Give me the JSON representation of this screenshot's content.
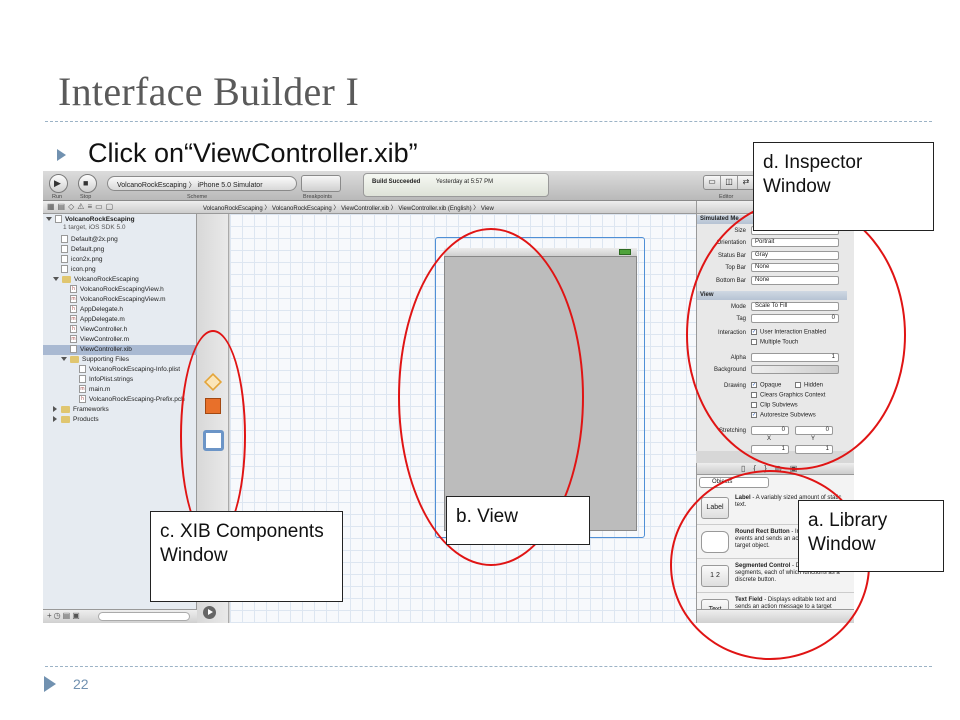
{
  "slide": {
    "title": "Interface Builder I",
    "bullet": "Click on“ViewController.xib”",
    "page_number": "22"
  },
  "toolbar": {
    "run": "Run",
    "stop": "Stop",
    "scheme_caption": "Scheme",
    "scheme_value": "VolcanoRockEscaping  〉 iPhone 5.0 Simulator",
    "breakpoints": "Breakpoints",
    "build_status": "Build Succeeded",
    "build_time": "Yesterday at 5:57 PM",
    "editor": "Editor"
  },
  "jumpbar": {
    "path": "VolcanoRockEscaping 〉 VolcanoRockEscaping 〉 ViewController.xib 〉 ViewController.xib (English) 〉 View"
  },
  "navigator": {
    "project_name": "VolcanoRockEscaping",
    "project_sub": "1 target, iOS SDK 5.0",
    "items": [
      {
        "label": "Default@2x.png"
      },
      {
        "label": "Default.png"
      },
      {
        "label": "icon2x.png"
      },
      {
        "label": "icon.png"
      },
      {
        "label": "VolcanoRockEscaping"
      },
      {
        "label": "VolcanoRockEscapingView.h"
      },
      {
        "label": "VolcanoRockEscapingView.m"
      },
      {
        "label": "AppDelegate.h"
      },
      {
        "label": "AppDelegate.m"
      },
      {
        "label": "ViewController.h"
      },
      {
        "label": "ViewController.m"
      },
      {
        "label": "ViewController.xib"
      },
      {
        "label": "Supporting Files"
      },
      {
        "label": "VolcanoRockEscaping-Info.plist"
      },
      {
        "label": "InfoPlist.strings"
      },
      {
        "label": "main.m"
      },
      {
        "label": "VolcanoRockEscaping-Prefix.pch"
      },
      {
        "label": "Frameworks"
      },
      {
        "label": "Products"
      }
    ]
  },
  "inspector": {
    "section_metrics": "Simulated Me",
    "size_label": "Size",
    "size_value": "None",
    "orientation_label": "Orientation",
    "orientation_value": "Portrait",
    "statusbar_label": "Status Bar",
    "statusbar_value": "Gray",
    "topbar_label": "Top Bar",
    "topbar_value": "None",
    "bottombar_label": "Bottom Bar",
    "bottombar_value": "None",
    "section_view": "View",
    "mode_label": "Mode",
    "mode_value": "Scale To Fill",
    "tag_label": "Tag",
    "tag_value": "0",
    "interaction_label": "Interaction",
    "user_interaction": "User Interaction Enabled",
    "multiple_touch": "Multiple Touch",
    "alpha_label": "Alpha",
    "alpha_value": "1",
    "background_label": "Background",
    "drawing_label": "Drawing",
    "opaque": "Opaque",
    "hidden": "Hidden",
    "clears_context": "Clears Graphics Context",
    "clip_subviews": "Clip Subviews",
    "autoresize": "Autoresize Subviews",
    "stretching_label": "Stretching",
    "stretch_x_value": "0",
    "stretch_y_value": "0",
    "x_label": "X",
    "y_label": "Y",
    "stretch_w_value": "1",
    "stretch_h_value": "1"
  },
  "library": {
    "objects_label": "Objects",
    "items": [
      {
        "icon": "Label",
        "name": "Label",
        "desc": " - A variably sized amount of static text."
      },
      {
        "icon": "",
        "name": "Round Rect Button",
        "desc": " - Intercepts touch events and sends an action message to a target object."
      },
      {
        "icon": "1 2",
        "name": "Segmented Control",
        "desc": " - Displays multiple segments, each of which functions as a discrete button."
      },
      {
        "icon": "Text",
        "name": "Text Field",
        "desc": " - Displays editable text and sends an action message to a target object."
      }
    ]
  },
  "callouts": {
    "inspector": "d. Inspector Window",
    "view": "b. View",
    "library": "a. Library Window",
    "xib": "c. XIB Components Window"
  },
  "colors": {
    "highlight_oval": "#e01414",
    "title_text": "#5a5a5a",
    "accent": "#7191b0"
  },
  "icons": [
    "run-icon",
    "stop-icon",
    "folder-icon",
    "file-icon",
    "cube-icon",
    "view-icon",
    "play-icon"
  ]
}
